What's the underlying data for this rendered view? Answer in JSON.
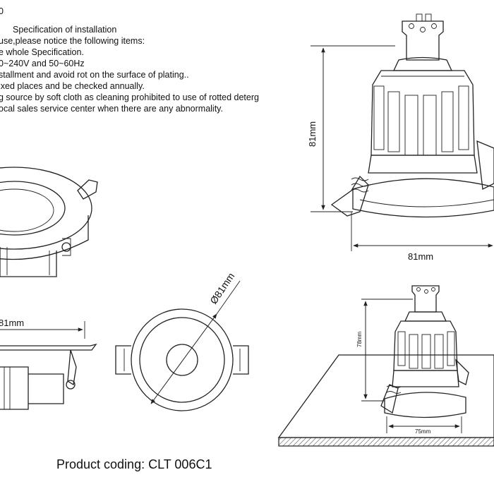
{
  "spec": {
    "page_marker": "0",
    "heading": "Specification of installation",
    "lines": [
      "use,please notice the following items:",
      "e whole Specification.",
      "0~240V and 50~60Hz",
      "stallment and avoid rot on the surface of plating..",
      "ixed places and be checked annually.",
      "g source by soft cloth as cleaning prohibited to use of rotted deterg",
      "ocal sales service center when there are any abnormality."
    ]
  },
  "dimensions": {
    "top_height": "81mm",
    "top_width": "81mm",
    "side_width": "81mm",
    "diameter": "Ø81mm",
    "install_height": "78mm",
    "install_cutout": "75mm"
  },
  "product_code": "Product coding: CLT 006C1"
}
